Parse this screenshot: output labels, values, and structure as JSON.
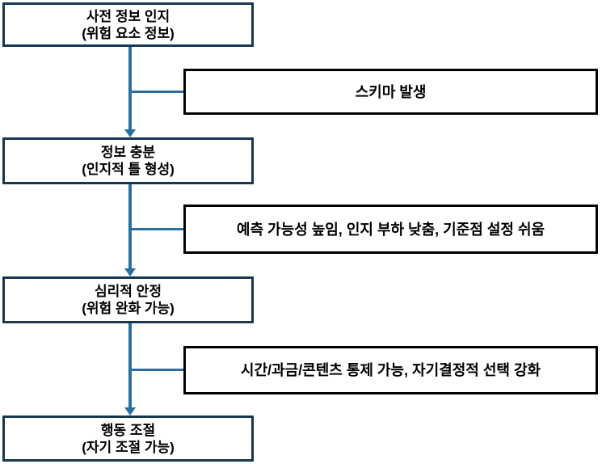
{
  "flowchart": {
    "title": "risk-information-cognition flow diagram",
    "main_boxes": [
      {
        "line1": "사전 정보 인지",
        "line2": "(위험 요소 정보)"
      },
      {
        "line1": "정보 충분",
        "line2": "(인지적 틀 형성)"
      },
      {
        "line1": "심리적 안정",
        "line2": "(위험 완화 가능)"
      },
      {
        "line1": "행동 조절",
        "line2": "(자기 조절 가능)"
      }
    ],
    "side_boxes": [
      {
        "label": "스키마 발생"
      },
      {
        "label": "예측 가능성 높임, 인지 부하 낮춤, 기준점 설정 쉬움"
      },
      {
        "label": "시간/과금/콘텐츠 통제 가능, 자기결정적 선택 강화"
      }
    ],
    "colors": {
      "main_box_border": "#17364f",
      "side_box_border": "#000000",
      "connector": "#2b6f9f",
      "box_fill": "#ffffff",
      "text": "#000000"
    }
  }
}
